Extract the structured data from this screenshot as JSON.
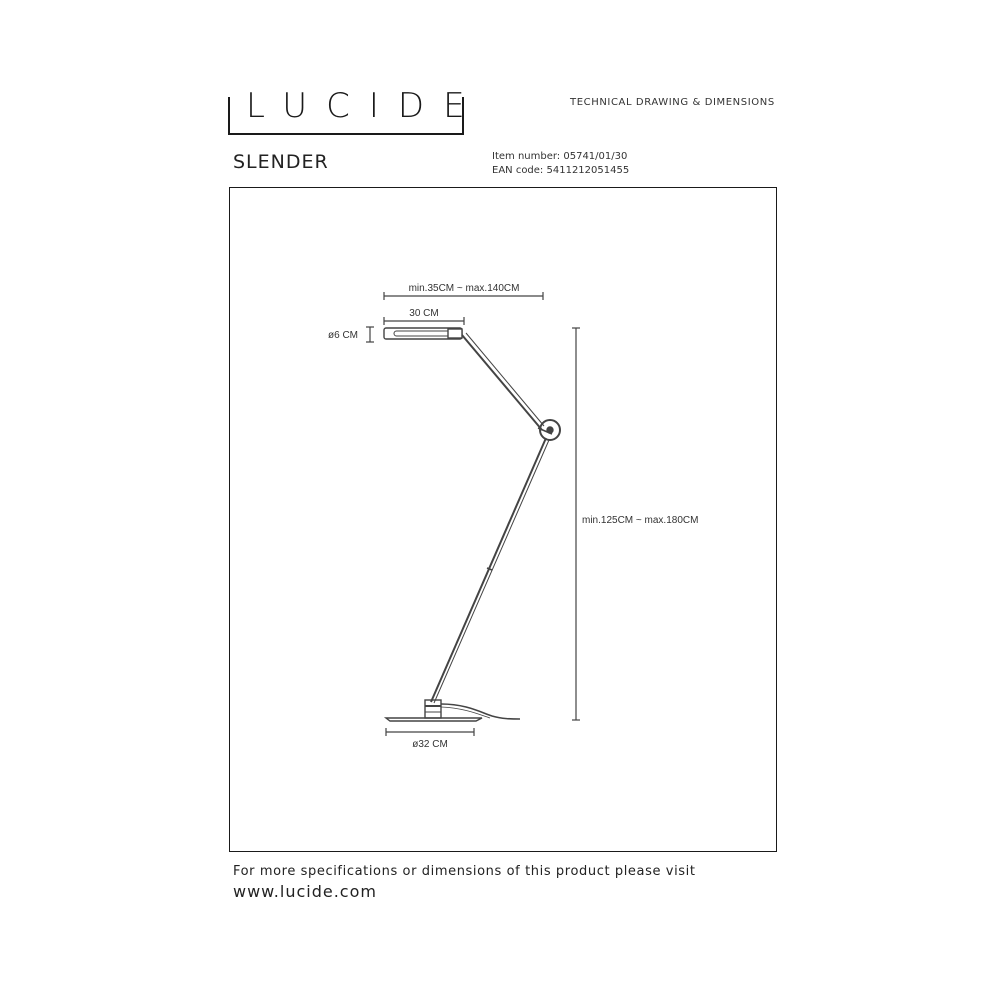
{
  "header": {
    "logo_text": "LUCIDE",
    "document_type": "TECHNICAL DRAWING & DIMENSIONS"
  },
  "product": {
    "name": "SLENDER",
    "item_number_label": "Item number:",
    "item_number": "05741/01/30",
    "ean_label": "EAN code:",
    "ean": "5411212051455"
  },
  "drawing": {
    "dimensions": {
      "reach": "min.35CM ~ max.140CM",
      "head_length": "30 CM",
      "head_diameter": "ø6 CM",
      "height": "min.125CM ~ max.180CM",
      "base_diameter": "ø32 CM"
    },
    "colors": {
      "line": "#444444",
      "text": "#333333"
    }
  },
  "footer": {
    "info_text": "For more specifications or dimensions of this product please visit",
    "url": "www.lucide.com"
  }
}
